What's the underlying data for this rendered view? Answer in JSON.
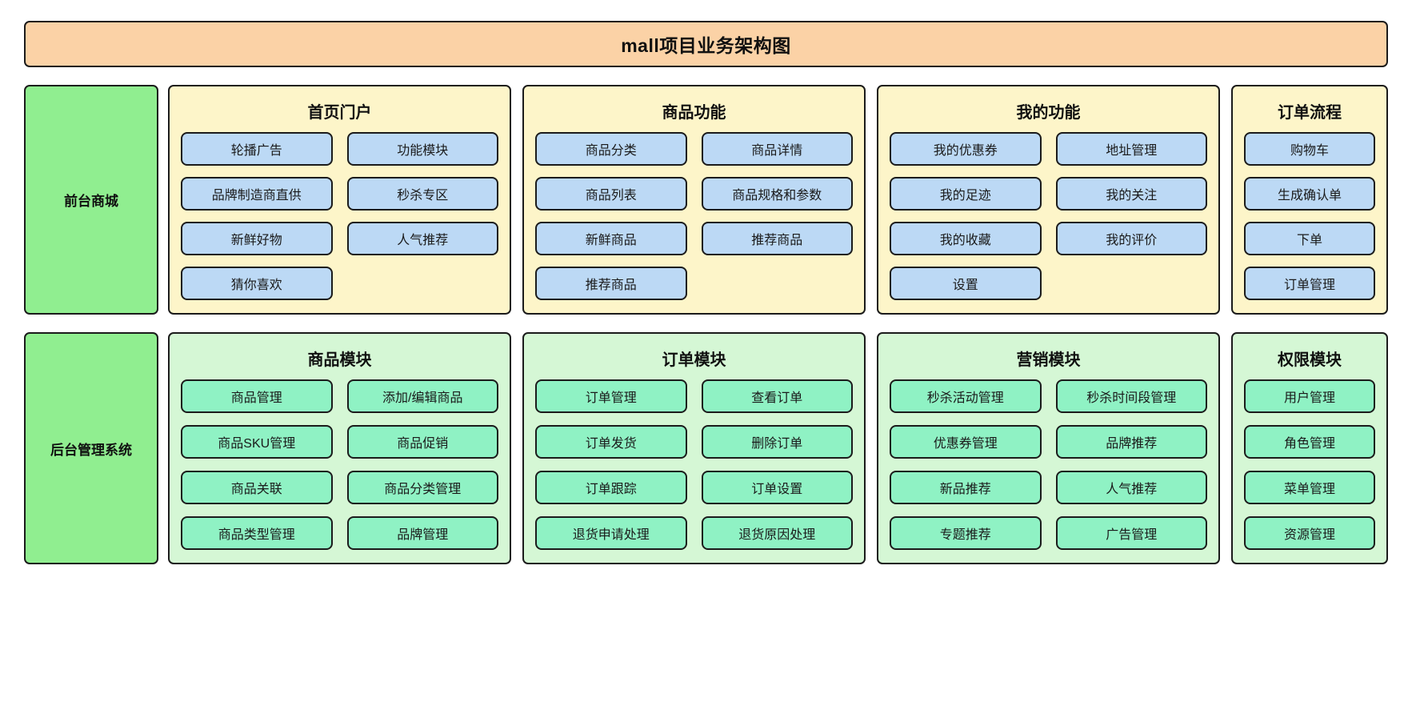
{
  "title": "mall项目业务架构图",
  "colors": {
    "title_bar_bg": "#fbd2a6",
    "tier_bg": "#90ee90",
    "frontend_group_bg": "#fdf5c9",
    "frontend_item_bg": "#bcd9f5",
    "admin_group_bg": "#d5f7d5",
    "admin_item_bg": "#8ff2c4",
    "border": "#1b1b1b"
  },
  "tiers": [
    {
      "label": "前台商城",
      "groups": [
        {
          "title": "首页门户",
          "columns": 2,
          "items": [
            "轮播广告",
            "功能模块",
            "品牌制造商直供",
            "秒杀专区",
            "新鲜好物",
            "人气推荐",
            "猜你喜欢"
          ]
        },
        {
          "title": "商品功能",
          "columns": 2,
          "items": [
            "商品分类",
            "商品详情",
            "商品列表",
            "商品规格和参数",
            "新鲜商品",
            "推荐商品",
            "推荐商品"
          ]
        },
        {
          "title": "我的功能",
          "columns": 2,
          "items": [
            "我的优惠券",
            "地址管理",
            "我的足迹",
            "我的关注",
            "我的收藏",
            "我的评价",
            "设置"
          ]
        },
        {
          "title": "订单流程",
          "columns": 1,
          "items": [
            "购物车",
            "生成确认单",
            "下单",
            "订单管理"
          ]
        }
      ]
    },
    {
      "label": "后台管理系统",
      "groups": [
        {
          "title": "商品模块",
          "columns": 2,
          "items": [
            "商品管理",
            "添加/编辑商品",
            "商品SKU管理",
            "商品促销",
            "商品关联",
            "商品分类管理",
            "商品类型管理",
            "品牌管理"
          ]
        },
        {
          "title": "订单模块",
          "columns": 2,
          "items": [
            "订单管理",
            "查看订单",
            "订单发货",
            "删除订单",
            "订单跟踪",
            "订单设置",
            "退货申请处理",
            "退货原因处理"
          ]
        },
        {
          "title": "营销模块",
          "columns": 2,
          "items": [
            "秒杀活动管理",
            "秒杀时间段管理",
            "优惠券管理",
            "品牌推荐",
            "新品推荐",
            "人气推荐",
            "专题推荐",
            "广告管理"
          ]
        },
        {
          "title": "权限模块",
          "columns": 1,
          "items": [
            "用户管理",
            "角色管理",
            "菜单管理",
            "资源管理"
          ]
        }
      ]
    }
  ]
}
